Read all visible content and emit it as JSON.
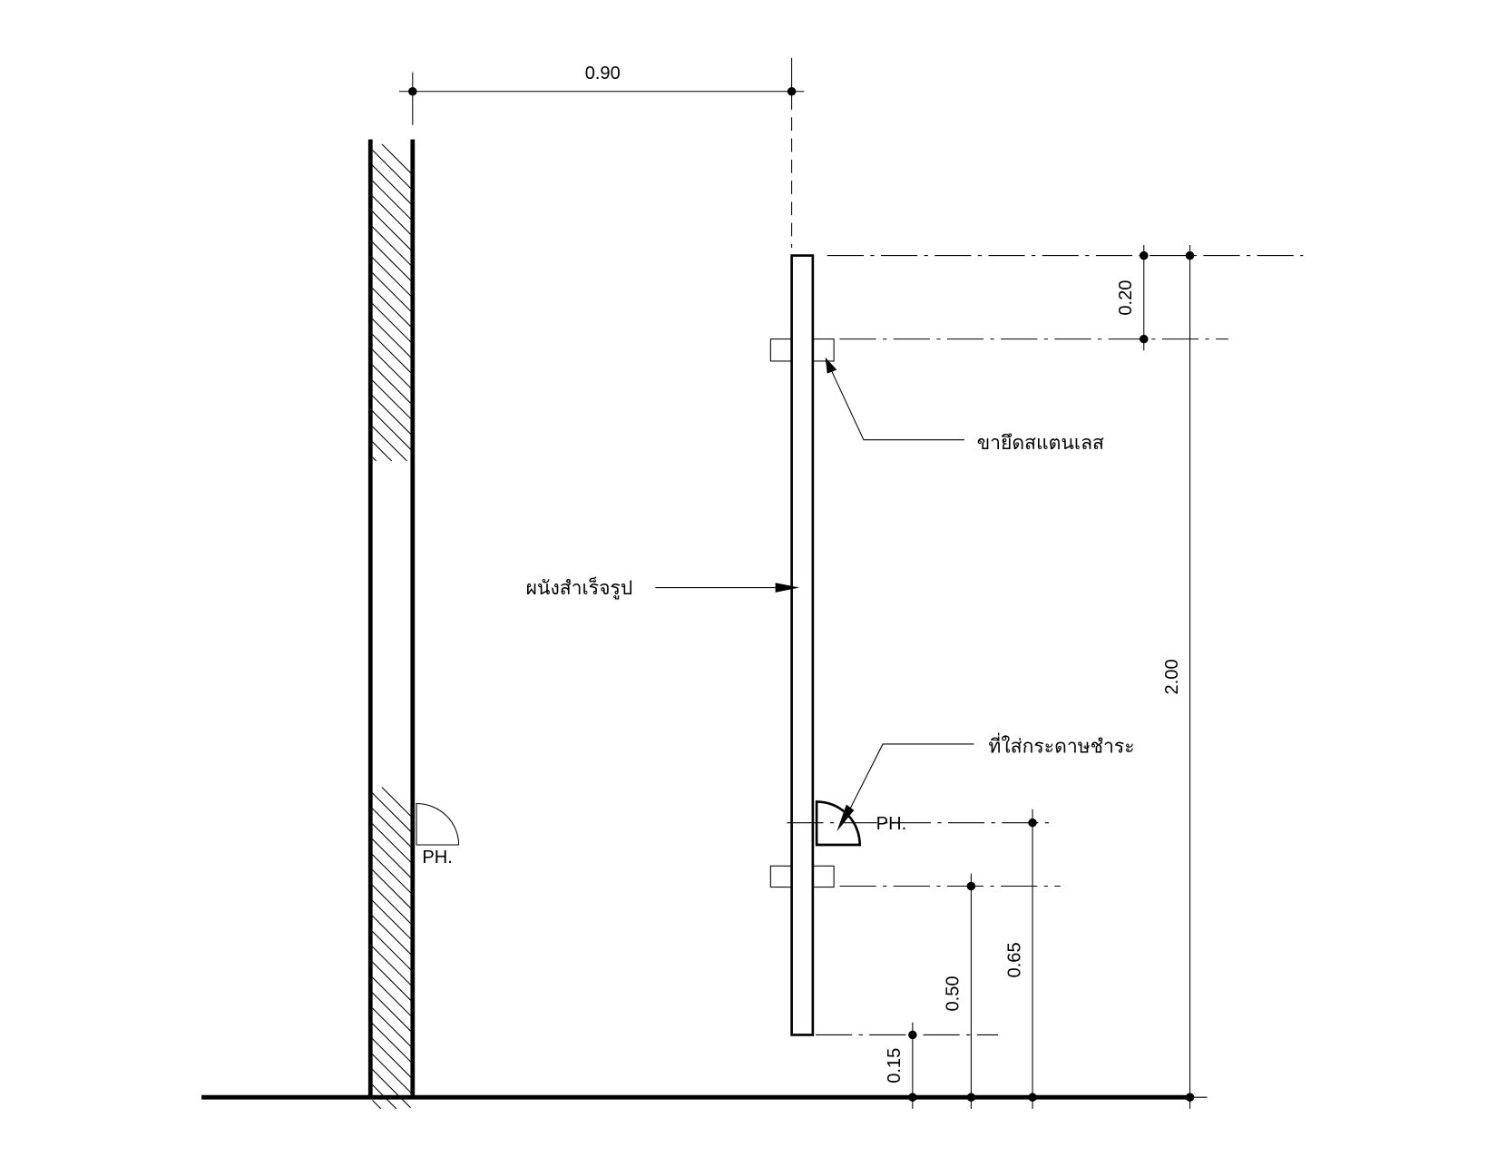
{
  "dimensions": {
    "wall_to_panel": "0.90",
    "top_to_bracket": "0.20",
    "panel_height_total": "2.00",
    "holder_height": "0.65",
    "lower_bracket_height": "0.50",
    "floor_clearance": "0.15"
  },
  "labels": {
    "bracket": "ขายึดสแตนเลส",
    "panel": "ผนังสำเร็จรูป",
    "paper_holder": "ที่ใส่กระดาษชำระ",
    "ph_right": "PH.",
    "ph_left": "PH."
  }
}
